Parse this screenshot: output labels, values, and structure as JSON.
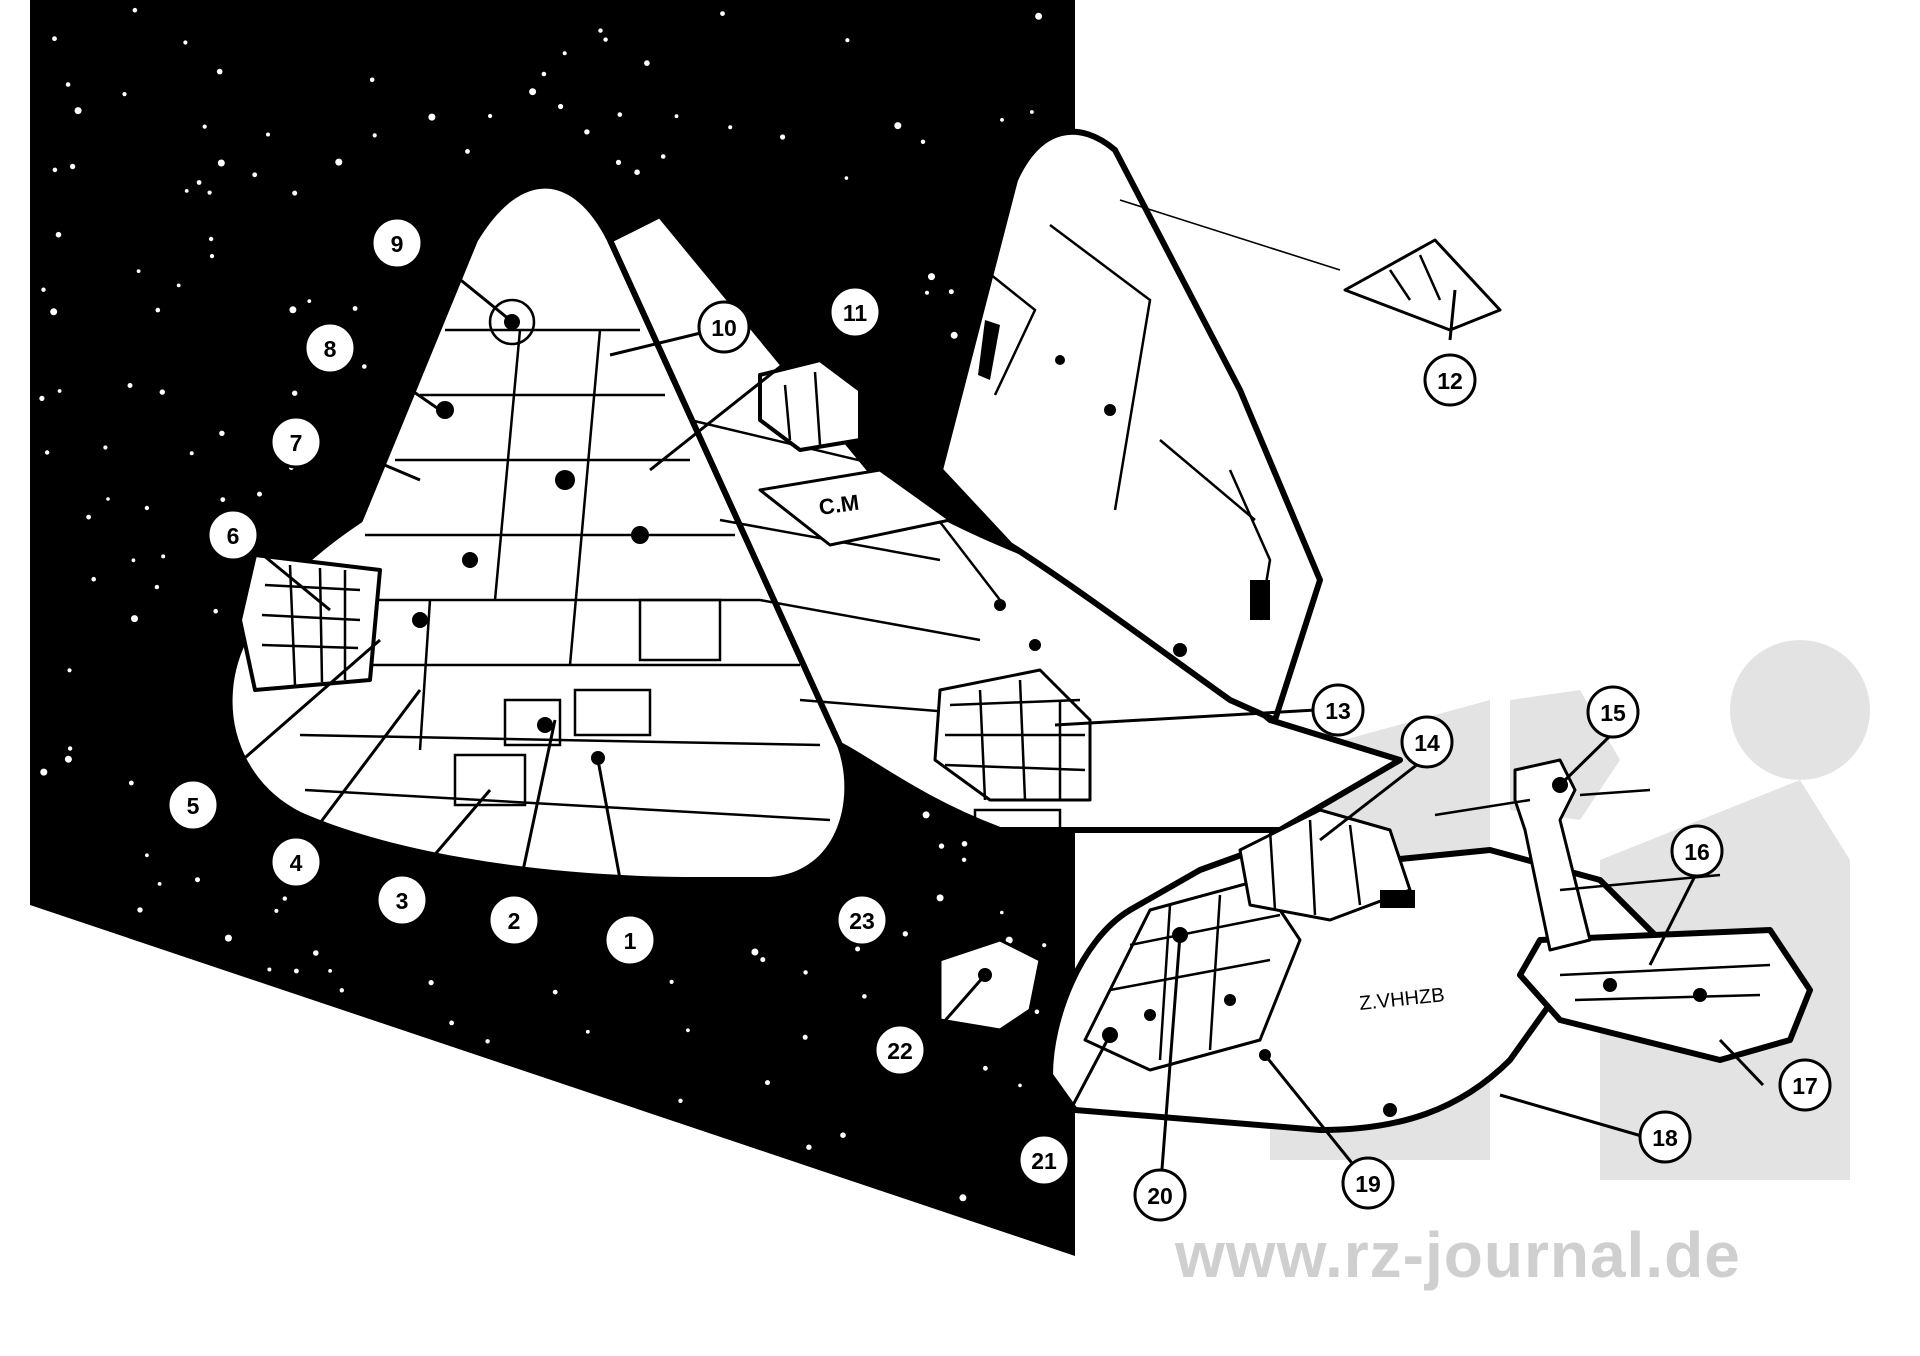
{
  "diagram": {
    "callouts": [
      {
        "id": "1",
        "label": "1"
      },
      {
        "id": "2",
        "label": "2"
      },
      {
        "id": "3",
        "label": "3"
      },
      {
        "id": "4",
        "label": "4"
      },
      {
        "id": "5",
        "label": "5"
      },
      {
        "id": "6",
        "label": "6"
      },
      {
        "id": "7",
        "label": "7"
      },
      {
        "id": "8",
        "label": "8"
      },
      {
        "id": "9",
        "label": "9"
      },
      {
        "id": "10",
        "label": "10"
      },
      {
        "id": "11",
        "label": "11"
      },
      {
        "id": "12",
        "label": "12"
      },
      {
        "id": "13",
        "label": "13"
      },
      {
        "id": "14",
        "label": "14"
      },
      {
        "id": "15",
        "label": "15"
      },
      {
        "id": "16",
        "label": "16"
      },
      {
        "id": "17",
        "label": "17"
      },
      {
        "id": "18",
        "label": "18"
      },
      {
        "id": "19",
        "label": "19"
      },
      {
        "id": "20",
        "label": "20"
      },
      {
        "id": "21",
        "label": "21"
      },
      {
        "id": "22",
        "label": "22"
      },
      {
        "id": "23",
        "label": "23"
      }
    ],
    "hull_marking": "C.M",
    "fin_marking": "Z.VHHZB"
  },
  "watermark": {
    "text": "www.rz-journal.de",
    "color": "#cfcfcf"
  },
  "colors": {
    "background": "#ffffff",
    "space": "#000000",
    "ink": "#000000",
    "logo_gray": "#e3e3e3"
  }
}
